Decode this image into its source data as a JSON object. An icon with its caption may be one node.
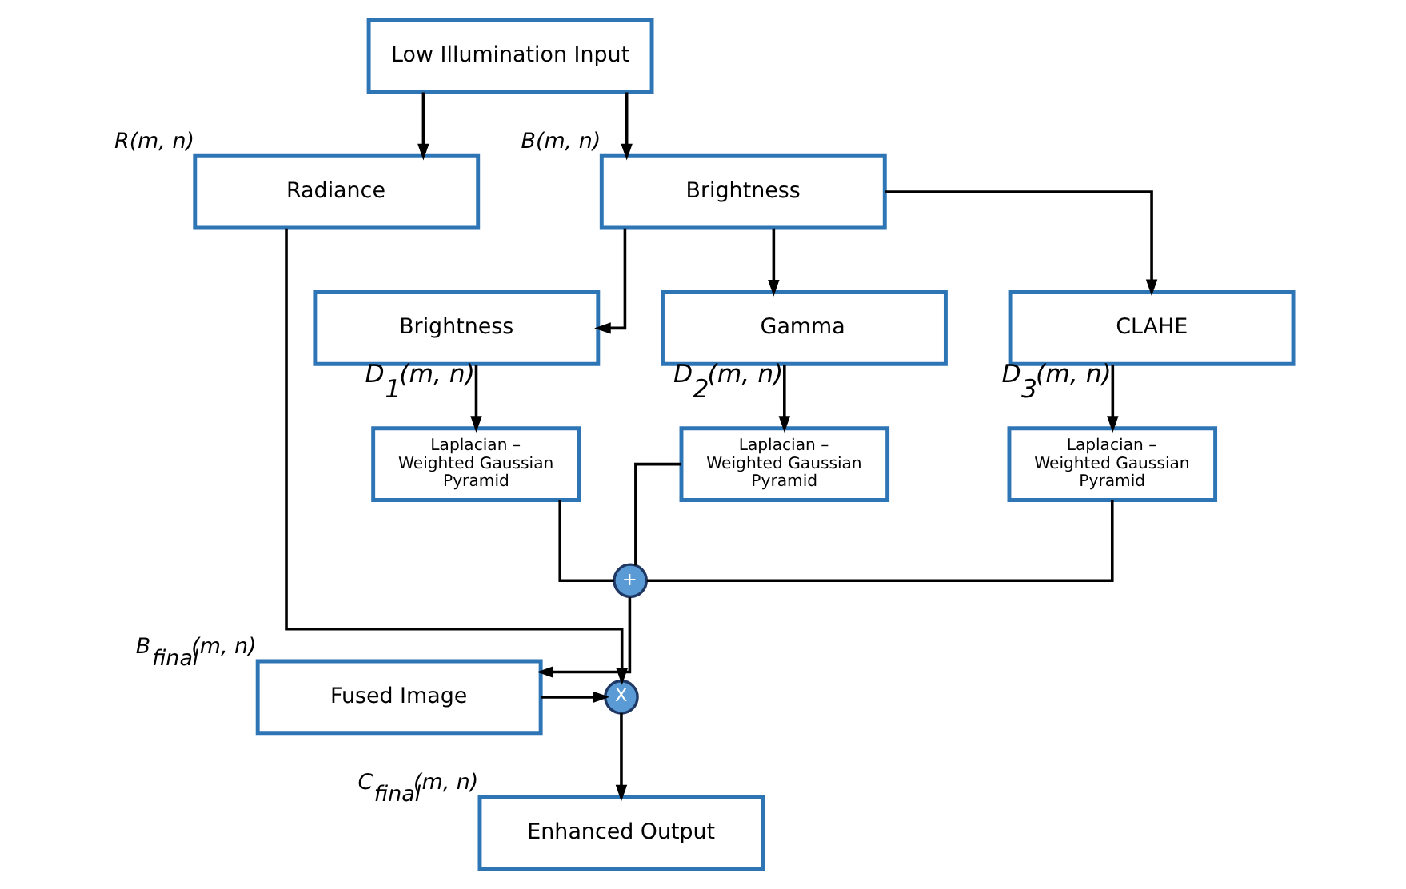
{
  "diagram": {
    "nodes": [
      {
        "text": [
          "Low Illumination Input"
        ]
      },
      {
        "text": [
          "Radiance"
        ],
        "beside": [
          "R(m, n)"
        ]
      },
      {
        "text": [
          "Brightness"
        ],
        "beside": [
          "B(m, n)"
        ]
      },
      {
        "text": [
          "Brightness"
        ]
      },
      {
        "text": [
          "Gamma"
        ]
      },
      {
        "text": [
          "CLAHE"
        ]
      },
      {
        "text": [
          "Laplacian – Weighted Gaussian Pyramid"
        ]
      },
      {
        "text": [
          "Laplacian – Weighted Gaussian Pyramid"
        ]
      },
      {
        "text": [
          "Laplacian – Weighted Gaussian Pyramid"
        ]
      },
      {
        "text": [
          "+"
        ]
      },
      {
        "text": [
          "Fused Image"
        ],
        "beside": [
          "B$_{final}$(m, n)"
        ]
      },
      {
        "text": [
          "X"
        ]
      },
      {
        "text": [
          "Enhanced Output"
        ],
        "beside": [
          "C$_{final}$(m, n)"
        ]
      }
    ],
    "edges": [
      {
        "from": 0,
        "to": 1,
        "arrow": "to"
      },
      {
        "from": 0,
        "to": 2,
        "arrow": "to"
      },
      {
        "from": 1,
        "to": 11,
        "arrow": "to"
      },
      {
        "from": 2,
        "to": 3,
        "arrow": "to"
      },
      {
        "from": 2,
        "to": 4,
        "arrow": "to"
      },
      {
        "from": 2,
        "to": 5,
        "arrow": "to"
      },
      {
        "from": 3,
        "to": 6,
        "arrow": "to",
        "label": "D$_{1}$(m, n)"
      },
      {
        "from": 4,
        "to": 7,
        "arrow": "to",
        "label": "D$_{2}$(m, n)"
      },
      {
        "from": 5,
        "to": 8,
        "arrow": "to",
        "label": "D$_{3}$(m, n)"
      },
      {
        "from": 6,
        "to": 9,
        "arrow": "none"
      },
      {
        "from": 7,
        "to": 9,
        "arrow": "none"
      },
      {
        "from": 8,
        "to": 9,
        "arrow": "none"
      },
      {
        "from": 9,
        "to": 10,
        "arrow": "to"
      },
      {
        "from": 10,
        "to": 11,
        "arrow": "to"
      },
      {
        "from": 11,
        "to": 12,
        "arrow": "to"
      }
    ]
  }
}
